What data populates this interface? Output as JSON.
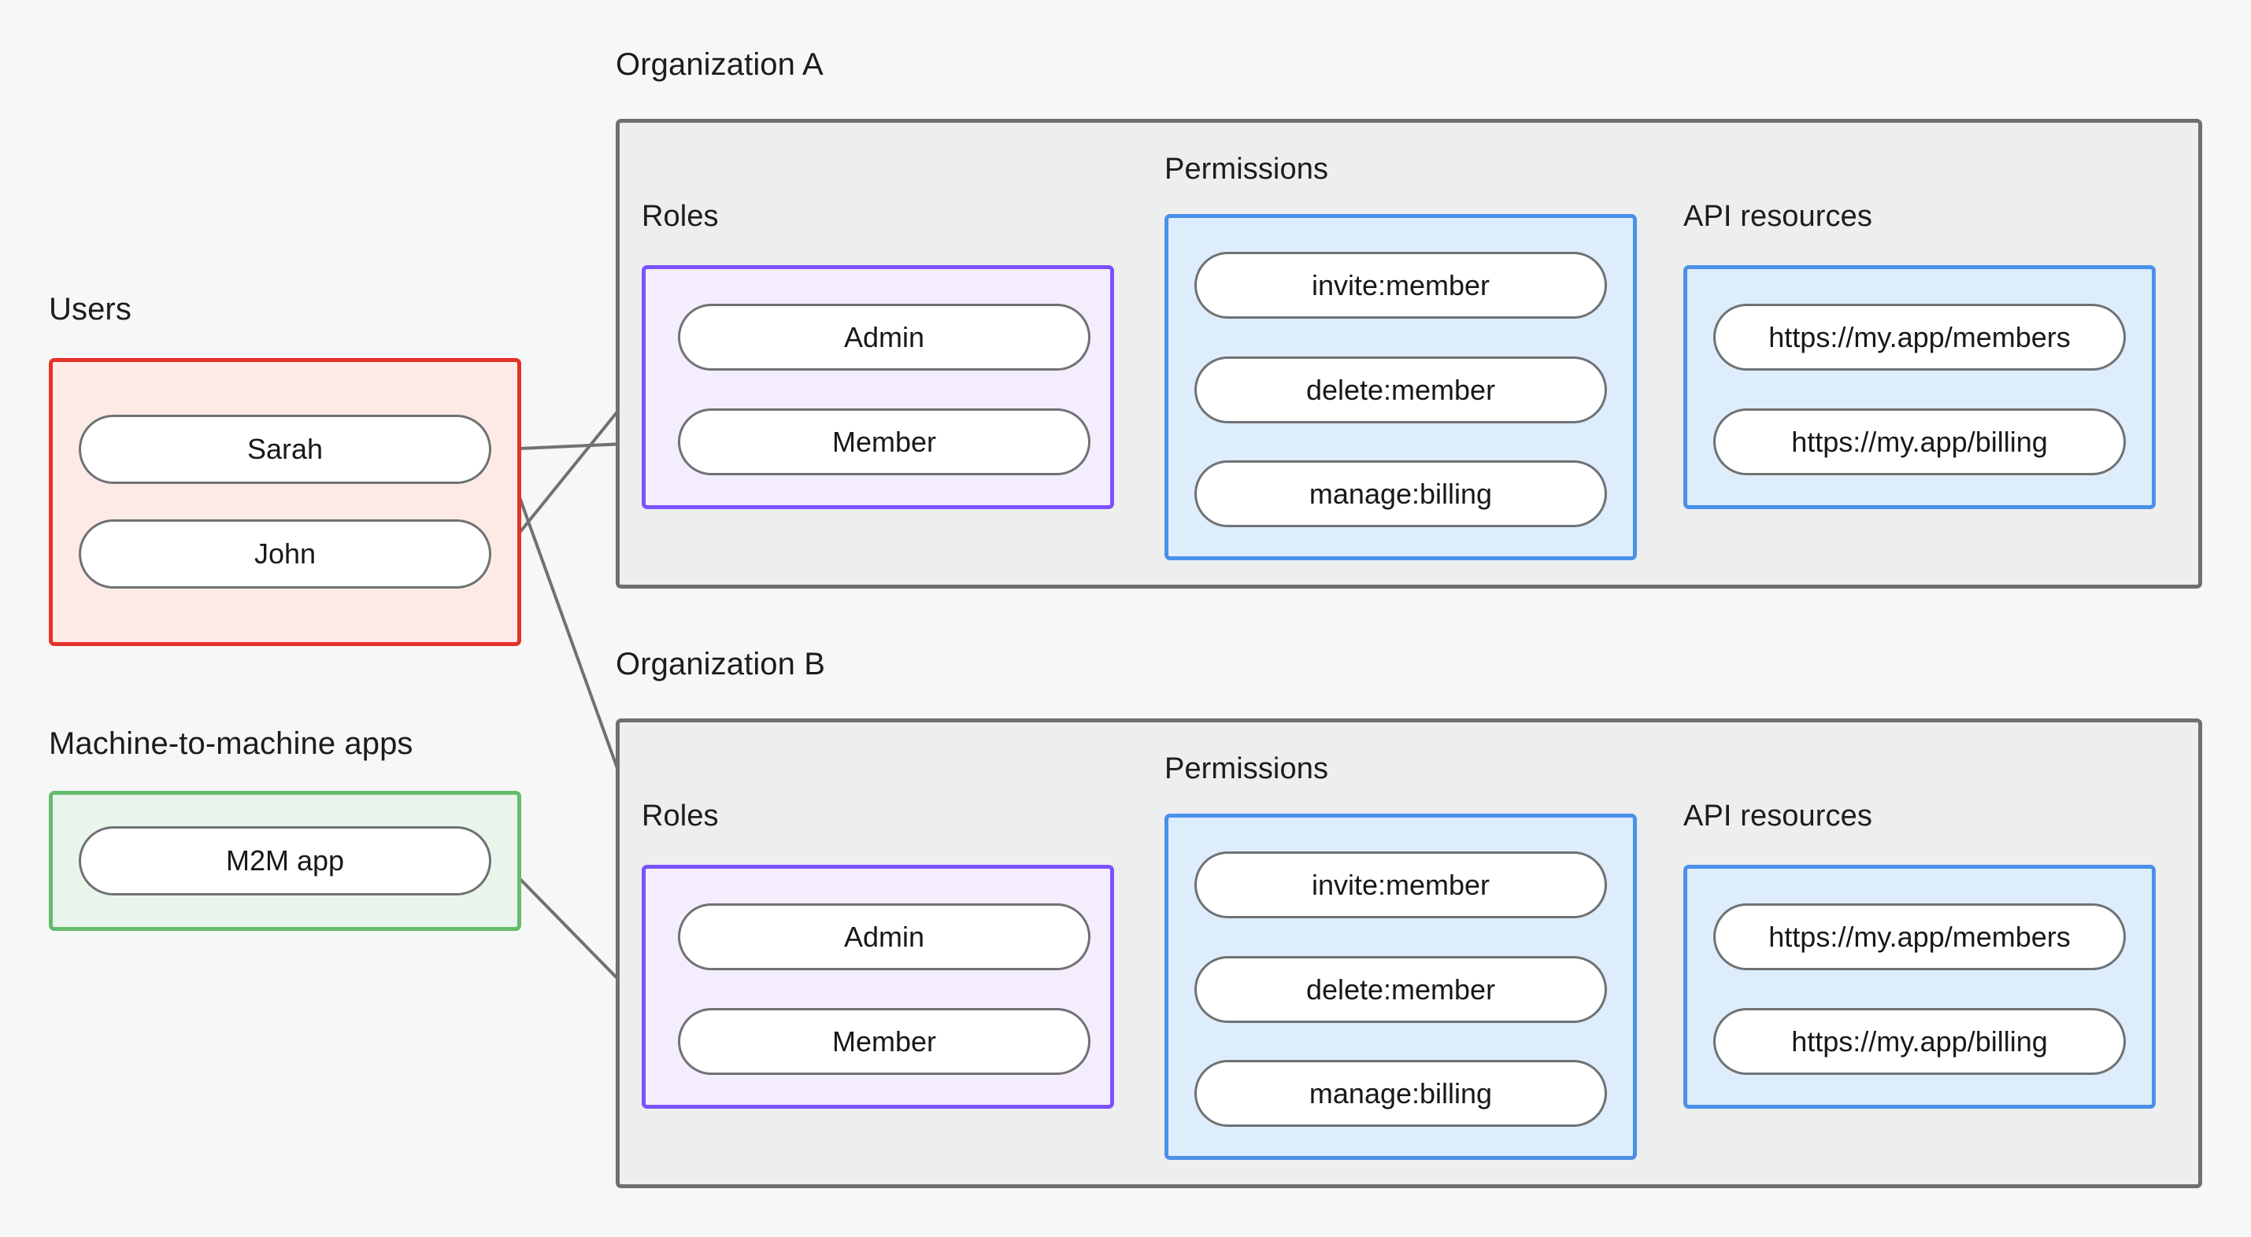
{
  "diagram": {
    "type": "organization-rbac-diagram",
    "background_color": "#f6f8f8",
    "palette": {
      "org_border": "#6d6f70",
      "org_fill": "#edeeee",
      "users_border": "#e53128",
      "users_fill": "#fdeae7",
      "m2m_border": "#66bb6a",
      "m2m_fill": "#e9f5ea",
      "roles_border": "#7b52fb",
      "roles_fill": "#f4edfd",
      "blue_border": "#4a90e8",
      "blue_fill": "#ddedfc",
      "node_border": "#6f7173",
      "node_fill": "#ffffff",
      "edge_color": "#6f7173"
    }
  },
  "left_column": {
    "users_group": {
      "title": "Users",
      "items": [
        {
          "label": "Sarah"
        },
        {
          "label": "John"
        }
      ]
    },
    "m2m_group": {
      "title": "Machine-to-machine apps",
      "items": [
        {
          "label": "M2M app"
        }
      ]
    }
  },
  "organizations": [
    {
      "title": "Organization A",
      "roles": {
        "title": "Roles",
        "items": [
          {
            "label": "Admin"
          },
          {
            "label": "Member"
          }
        ]
      },
      "permissions": {
        "title": "Permissions",
        "items": [
          {
            "label": "invite:member"
          },
          {
            "label": "delete:member"
          },
          {
            "label": "manage:billing"
          }
        ]
      },
      "api_resources": {
        "title": "API resources",
        "items": [
          {
            "label": "https://my.app/members"
          },
          {
            "label": "https://my.app/billing"
          }
        ]
      }
    },
    {
      "title": "Organization B",
      "roles": {
        "title": "Roles",
        "items": [
          {
            "label": "Admin"
          },
          {
            "label": "Member"
          }
        ]
      },
      "permissions": {
        "title": "Permissions",
        "items": [
          {
            "label": "invite:member"
          },
          {
            "label": "delete:member"
          },
          {
            "label": "manage:billing"
          }
        ]
      },
      "api_resources": {
        "title": "API resources",
        "items": [
          {
            "label": "https://my.app/members"
          },
          {
            "label": "https://my.app/billing"
          }
        ]
      }
    }
  ],
  "connections": [
    {
      "from": "Sarah",
      "to": "Organization A / Member"
    },
    {
      "from": "Sarah",
      "to": "Organization B / Admin"
    },
    {
      "from": "John",
      "to": "Organization A / Admin"
    },
    {
      "from": "M2M app",
      "to": "Organization B / Member"
    },
    {
      "from": "Organization A / Admin",
      "to": "Organization A / invite:member"
    },
    {
      "from": "Organization A / Admin",
      "to": "Organization A / delete:member"
    },
    {
      "from": "Organization A / Member",
      "to": "Organization A / manage:billing"
    },
    {
      "from": "Organization A / invite:member",
      "to": "Organization A / https://my.app/members"
    },
    {
      "from": "Organization A / delete:member",
      "to": "Organization A / https://my.app/members"
    },
    {
      "from": "Organization A / manage:billing",
      "to": "Organization A / https://my.app/billing"
    },
    {
      "from": "Organization B / Admin",
      "to": "Organization B / invite:member"
    },
    {
      "from": "Organization B / Admin",
      "to": "Organization B / delete:member"
    },
    {
      "from": "Organization B / Member",
      "to": "Organization B / manage:billing"
    },
    {
      "from": "Organization B / invite:member",
      "to": "Organization B / https://my.app/members"
    },
    {
      "from": "Organization B / delete:member",
      "to": "Organization B / https://my.app/members"
    },
    {
      "from": "Organization B / manage:billing",
      "to": "Organization B / https://my.app/billing"
    }
  ]
}
